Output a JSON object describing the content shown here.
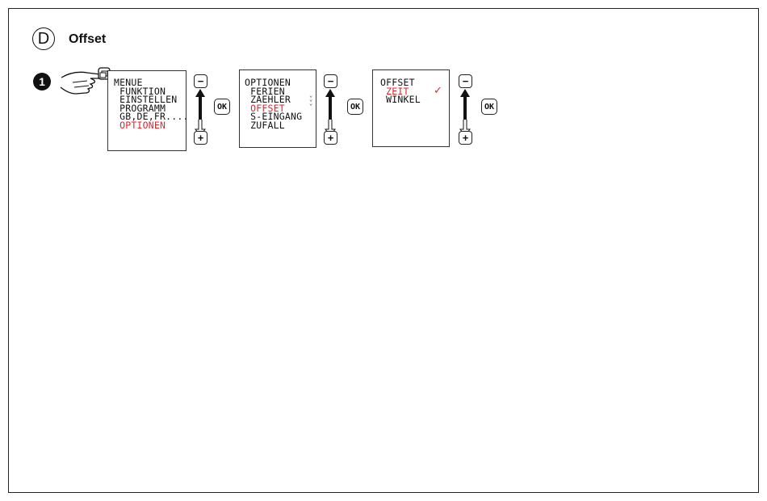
{
  "section": {
    "letter": "D",
    "title": "Offset"
  },
  "step": {
    "number": "1"
  },
  "screens": [
    {
      "lines": [
        {
          "text": "MENUE",
          "selected": false
        },
        {
          "text": " FUNKTION",
          "selected": false
        },
        {
          "text": " EINSTELLEN",
          "selected": false
        },
        {
          "text": " PROGRAMM",
          "selected": false
        },
        {
          "text": " GB,DE,FR....",
          "selected": false
        },
        {
          "text": " OPTIONEN",
          "selected": true
        }
      ]
    },
    {
      "lines": [
        {
          "text": "OPTIONEN",
          "selected": false
        },
        {
          "text": " FERIEN",
          "selected": false
        },
        {
          "text": " ZAEHLER",
          "selected": false
        },
        {
          "text": " OFFSET",
          "selected": true
        },
        {
          "text": " S-EINGANG",
          "selected": false
        },
        {
          "text": " ZUFALL",
          "selected": false
        }
      ]
    },
    {
      "lines": [
        {
          "text": "OFFSET",
          "selected": false
        },
        {
          "text": " ZEIT",
          "selected": true
        },
        {
          "text": " WINKEL",
          "selected": false
        }
      ]
    }
  ],
  "buttons": {
    "minus": "−",
    "plus": "+",
    "ok": "OK"
  },
  "checkmark": "✓",
  "scroll_dots": "⋮",
  "colors": {
    "selected": "#e0262c",
    "border": "#222222"
  }
}
